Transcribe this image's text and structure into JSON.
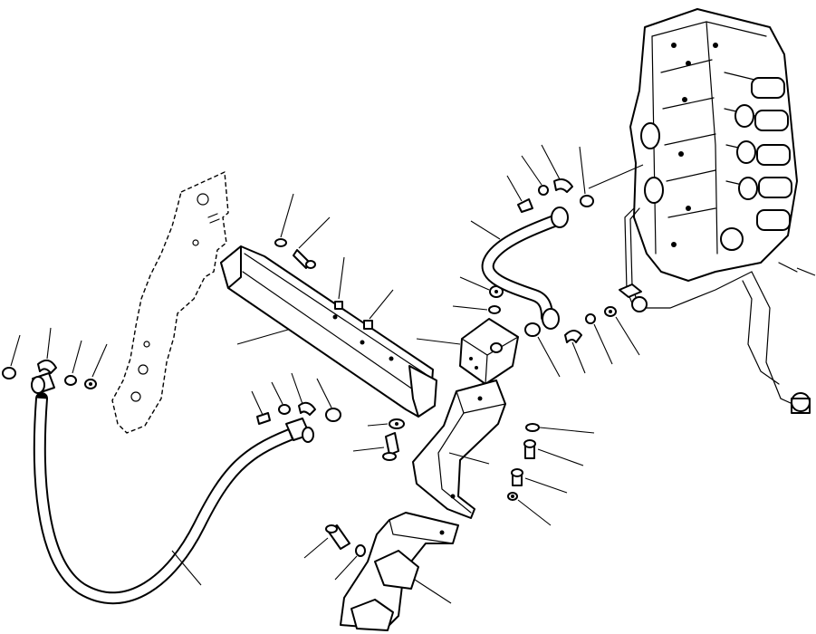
{
  "diagram": {
    "colors": {
      "line": "#000000",
      "background": "#ffffff"
    },
    "callouts": [
      {
        "name": "callout-hose-oring-left"
      },
      {
        "name": "callout-hose-clamp-left"
      },
      {
        "name": "callout-hose-washer-left"
      },
      {
        "name": "callout-hose-bolt-left"
      },
      {
        "name": "callout-hose-assembly"
      },
      {
        "name": "callout-crossmember-bolt"
      },
      {
        "name": "callout-crossmember-washer"
      },
      {
        "name": "callout-crossmember-dowel-1"
      },
      {
        "name": "callout-crossmember-dowel-2"
      },
      {
        "name": "callout-crossmember"
      },
      {
        "name": "callout-clamp-bolt"
      },
      {
        "name": "callout-clamp-washer"
      },
      {
        "name": "callout-clamp-half"
      },
      {
        "name": "callout-clamp-oring"
      },
      {
        "name": "callout-bracket-washer"
      },
      {
        "name": "callout-bracket-bolt"
      },
      {
        "name": "callout-junction-block"
      },
      {
        "name": "callout-block-plug"
      },
      {
        "name": "callout-block-oring"
      },
      {
        "name": "callout-elbow-tube"
      },
      {
        "name": "callout-elbow-bolt"
      },
      {
        "name": "callout-elbow-washer"
      },
      {
        "name": "callout-elbow-clamp"
      },
      {
        "name": "callout-elbow-oring"
      },
      {
        "name": "callout-lower-oring"
      },
      {
        "name": "callout-lower-clamp"
      },
      {
        "name": "callout-lower-washer"
      },
      {
        "name": "callout-lower-bolt"
      },
      {
        "name": "callout-support-bracket"
      },
      {
        "name": "callout-bracket-right-washer"
      },
      {
        "name": "callout-bracket-right-bolt-1"
      },
      {
        "name": "callout-bracket-right-bolt-2"
      },
      {
        "name": "callout-bracket-right-nut"
      },
      {
        "name": "callout-base-bolt"
      },
      {
        "name": "callout-base-washer"
      },
      {
        "name": "callout-base-bracket"
      }
    ]
  }
}
